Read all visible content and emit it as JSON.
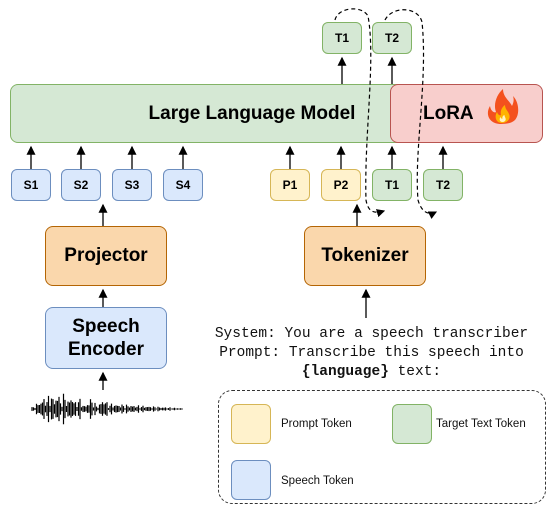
{
  "llm": {
    "label": "Large Language Model"
  },
  "lora": {
    "label": "LoRA"
  },
  "speech_tokens": [
    "S1",
    "S2",
    "S3",
    "S4"
  ],
  "prompt_tokens": [
    "P1",
    "P2"
  ],
  "target_tokens_in": [
    "T1",
    "T2"
  ],
  "target_tokens_out": [
    "T1",
    "T2"
  ],
  "projector": {
    "label": "Projector"
  },
  "encoder": {
    "line1": "Speech",
    "line2": "Encoder"
  },
  "tokenizer": {
    "label": "Tokenizer"
  },
  "prompt_text": {
    "line1": "System: You are a speech transcriber",
    "line2": "Prompt: Transcribe this speech into",
    "line3_var": "{language}",
    "line3_rest": " text:"
  },
  "legend": {
    "prompt": "Prompt Token",
    "target": "Target Text Token",
    "speech": "Speech Token"
  },
  "colors": {
    "green_fill": "#d5e8d4",
    "green_stroke": "#82b366",
    "red_fill": "#f8cecc",
    "red_stroke": "#b85450",
    "blue_fill": "#dae8fc",
    "blue_stroke": "#6c8ebf",
    "yellow_fill": "#fff2cc",
    "yellow_stroke": "#d6b656",
    "orange_fill": "#fad7ac",
    "orange_stroke": "#b46504"
  },
  "icons": [
    "fire-icon",
    "waveform-icon"
  ]
}
